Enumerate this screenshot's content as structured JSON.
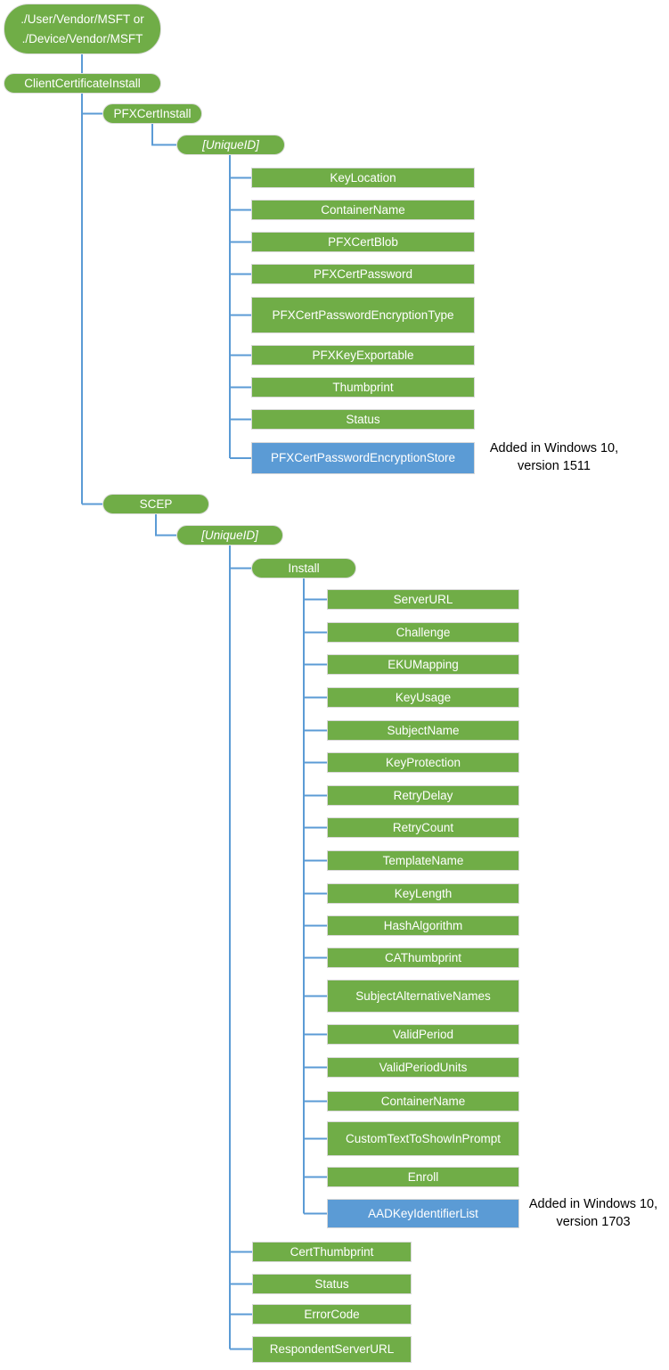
{
  "colors": {
    "node_green": "#70AD47",
    "node_blue": "#5B9BD5",
    "connector_blue": "#5B9BD5",
    "node_text": "#FFFFFF",
    "note_text": "#000000"
  },
  "diagram": {
    "root": {
      "label": "./User/Vendor/MSFT or\n./Device/Vendor/MSFT"
    },
    "clientCertificateInstall": {
      "label": "ClientCertificateInstall",
      "pfxCertInstall": {
        "label": "PFXCertInstall",
        "uniqueId": {
          "label": "[UniqueID]",
          "children": [
            "KeyLocation",
            "ContainerName",
            "PFXCertBlob",
            "PFXCertPassword",
            "PFXCertPasswordEncryptionType",
            "PFXKeyExportable",
            "Thumbprint",
            "Status"
          ],
          "added": {
            "label": "PFXCertPasswordEncryptionStore",
            "note": "Added in Windows 10,\nversion 1511"
          }
        }
      },
      "scep": {
        "label": "SCEP",
        "uniqueId": {
          "label": "[UniqueID]",
          "install": {
            "label": "Install",
            "children": [
              "ServerURL",
              "Challenge",
              "EKUMapping",
              "KeyUsage",
              "SubjectName",
              "KeyProtection",
              "RetryDelay",
              "RetryCount",
              "TemplateName",
              "KeyLength",
              "HashAlgorithm",
              "CAThumbprint",
              "SubjectAlternativeNames",
              "ValidPeriod",
              "ValidPeriodUnits",
              "ContainerName",
              "CustomTextToShowInPrompt",
              "Enroll"
            ],
            "added": {
              "label": "AADKeyIdentifierList",
              "note": "Added in Windows 10,\nversion 1703"
            }
          },
          "children": [
            "CertThumbprint",
            "Status",
            "ErrorCode",
            "RespondentServerURL"
          ]
        }
      }
    }
  }
}
